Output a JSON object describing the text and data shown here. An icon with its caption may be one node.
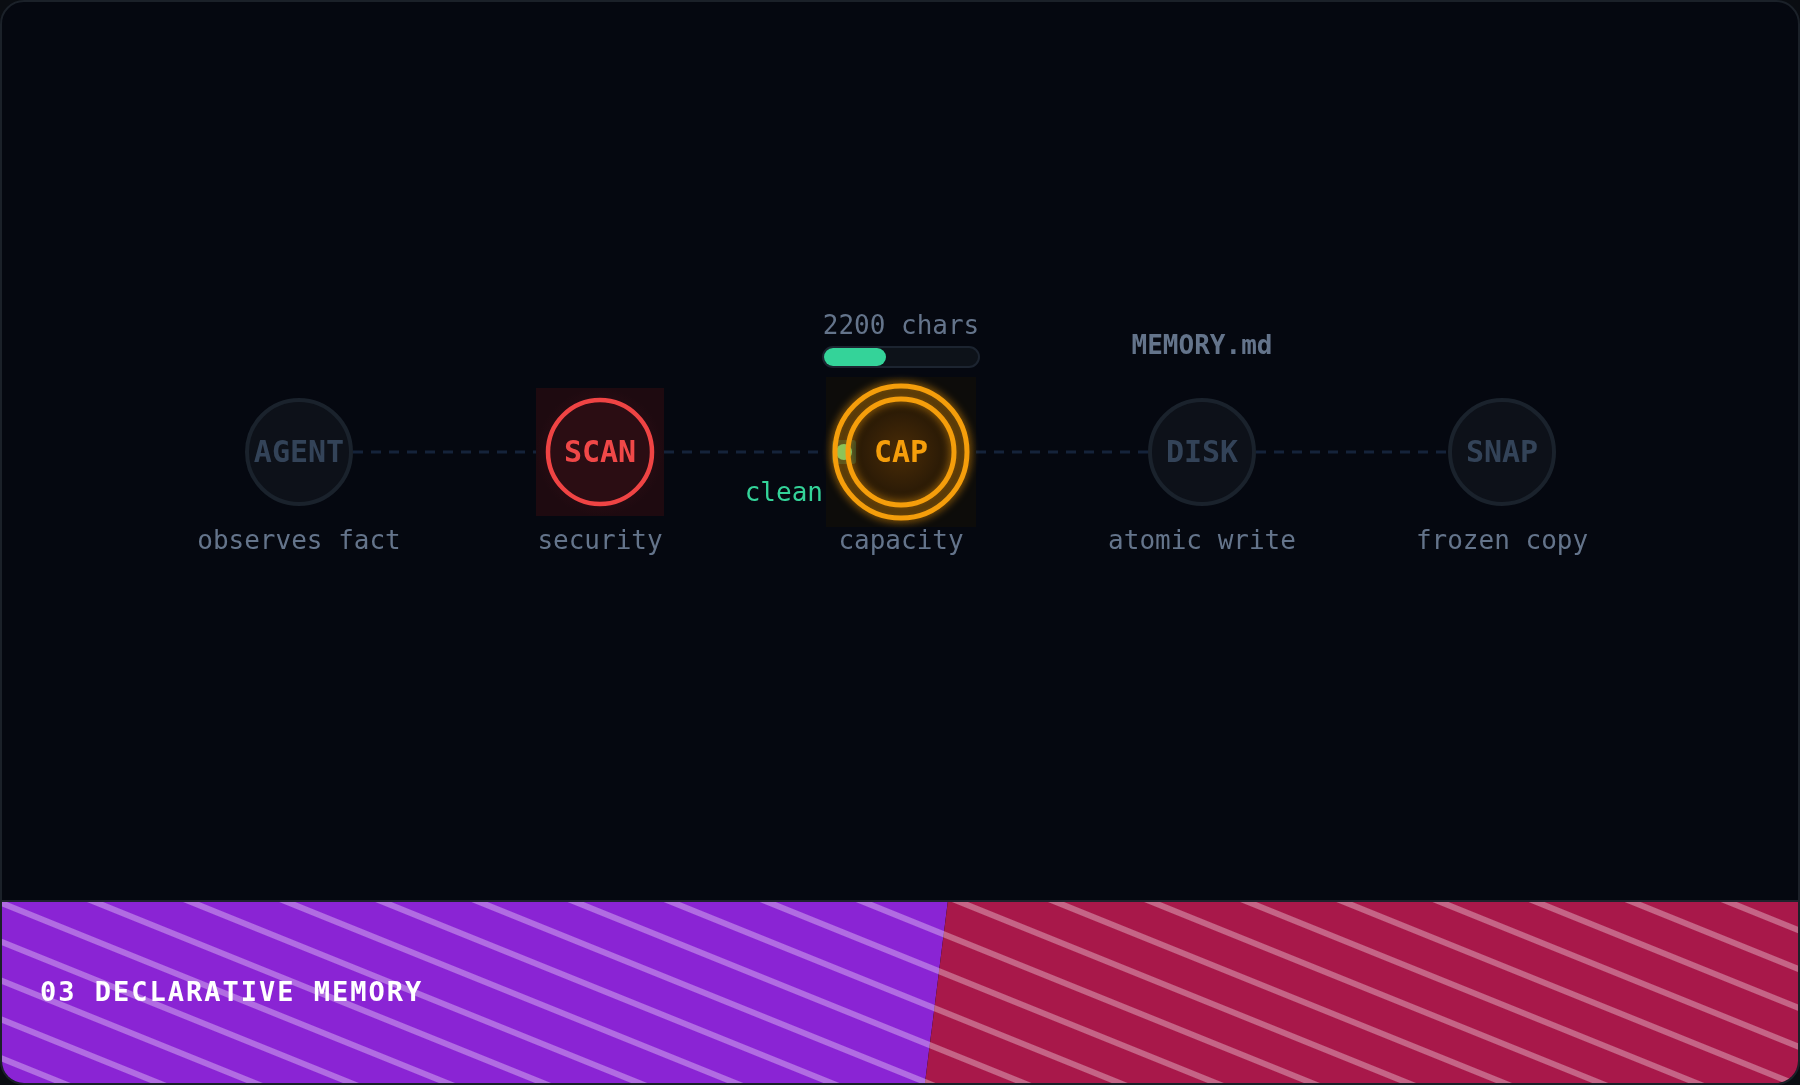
{
  "diagram": {
    "title": "03 DECLARATIVE MEMORY",
    "nodes": [
      {
        "text": [
          "AGENT"
        ],
        "beside": [
          "observes fact"
        ]
      },
      {
        "text": [
          "SCAN"
        ],
        "beside": [
          "security"
        ]
      },
      {
        "text": [
          "CAP"
        ],
        "beside": [
          "2200 chars",
          "clean",
          "capacity"
        ]
      },
      {
        "text": [
          "DISK"
        ],
        "beside": [
          "MEMORY.md",
          "atomic write"
        ]
      },
      {
        "text": [
          "SNAP"
        ],
        "beside": [
          "frozen copy"
        ]
      }
    ],
    "edges": [
      {
        "from": 0,
        "to": 1,
        "arrow": "none",
        "style": "dashed"
      },
      {
        "from": 1,
        "to": 2,
        "arrow": "none",
        "style": "dashed"
      },
      {
        "from": 2,
        "to": 3,
        "arrow": "none",
        "style": "dashed"
      },
      {
        "from": 3,
        "to": 4,
        "arrow": "none",
        "style": "dashed"
      }
    ]
  }
}
